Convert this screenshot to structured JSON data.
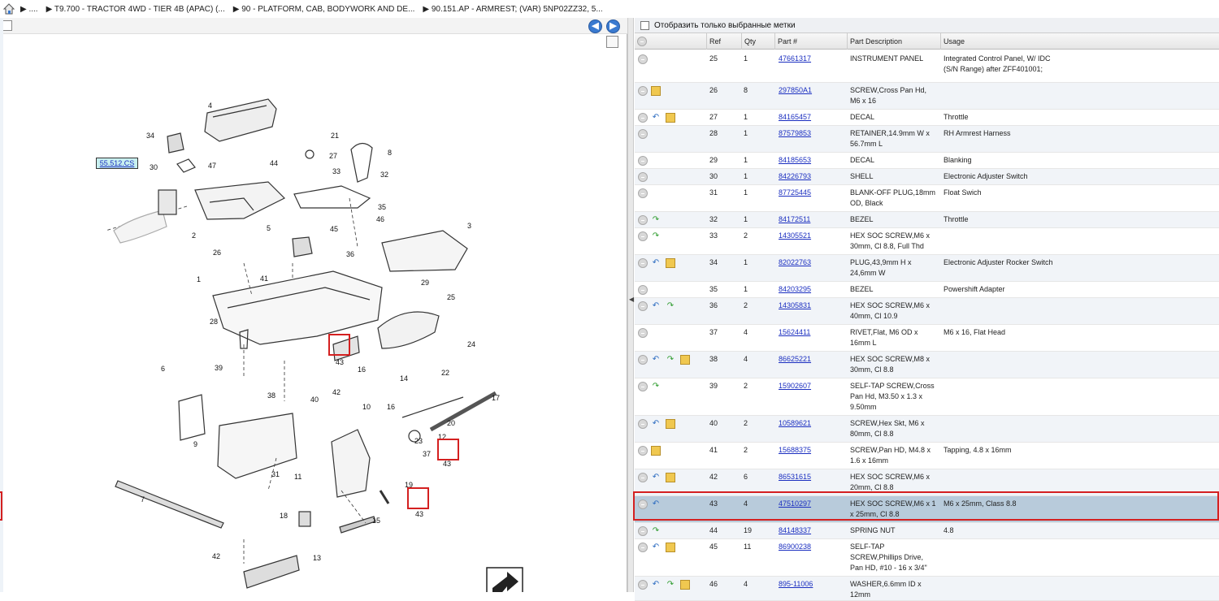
{
  "breadcrumb": {
    "items": [
      "▶ ....",
      "▶ T9.700 - TRACTOR 4WD - TIER 4B (APAC) (...",
      "▶ 90 - PLATFORM, CAB, BODYWORK AND DE...",
      "▶ 90.151.AP - ARMREST; (VAR) 5NP02ZZ32, 5..."
    ]
  },
  "nav": {
    "back": "◀",
    "forward": "▶"
  },
  "diagram": {
    "callout_label": "55.512.CS",
    "labels": [
      "4",
      "34",
      "21",
      "8",
      "30",
      "47",
      "44",
      "27",
      "33",
      "32",
      "35",
      "46",
      "45",
      "2",
      "5",
      "3",
      "26",
      "36",
      "41",
      "1",
      "29",
      "25",
      "28",
      "39",
      "24",
      "16",
      "43",
      "40",
      "22",
      "6",
      "14",
      "17",
      "38",
      "42",
      "10",
      "16",
      "20",
      "12",
      "9",
      "23",
      "37",
      "43",
      "19",
      "31",
      "11",
      "7",
      "18",
      "15",
      "43",
      "42",
      "13"
    ]
  },
  "filter": {
    "label": "Отобразить только выбранные метки"
  },
  "table": {
    "headers": {
      "ref": "Ref",
      "qty": "Qty",
      "part": "Part #",
      "desc": "Part Description",
      "usage": "Usage"
    },
    "rows": [
      {
        "ref": "25",
        "qty": "1",
        "part": "47661317",
        "desc": "INSTRUMENT PANEL",
        "usage": "Integrated Control Panel, W/ IDC",
        "usage2": "(S/N Range) after ZFF401001;",
        "icons": []
      },
      {
        "ref": "26",
        "qty": "8",
        "part": "297850A1",
        "desc": "SCREW,Cross Pan Hd, M6 x 16",
        "usage": "",
        "icons": [
          "box"
        ]
      },
      {
        "ref": "27",
        "qty": "1",
        "part": "84165457",
        "desc": "DECAL",
        "usage": "Throttle",
        "icons": [
          "back",
          "box"
        ]
      },
      {
        "ref": "28",
        "qty": "1",
        "part": "87579853",
        "desc": "RETAINER,14.9mm W x 56.7mm L",
        "usage": "RH Armrest Harness",
        "icons": []
      },
      {
        "ref": "29",
        "qty": "1",
        "part": "84185653",
        "desc": "DECAL",
        "usage": "Blanking",
        "icons": []
      },
      {
        "ref": "30",
        "qty": "1",
        "part": "84226793",
        "desc": "SHELL",
        "usage": "Electronic Adjuster Switch",
        "icons": []
      },
      {
        "ref": "31",
        "qty": "1",
        "part": "87725445",
        "desc": "BLANK-OFF PLUG,18mm OD, Black",
        "usage": "Float Swich",
        "icons": []
      },
      {
        "ref": "32",
        "qty": "1",
        "part": "84172511",
        "desc": "BEZEL",
        "usage": "Throttle",
        "icons": [
          "fwd"
        ]
      },
      {
        "ref": "33",
        "qty": "2",
        "part": "14305521",
        "desc": "HEX SOC SCREW,M6 x 30mm, Cl 8.8, Full Thd",
        "usage": "",
        "icons": [
          "fwd"
        ]
      },
      {
        "ref": "34",
        "qty": "1",
        "part": "82022763",
        "desc": "PLUG,43,9mm H x 24,6mm W",
        "usage": "Electronic Adjuster Rocker Switch",
        "icons": [
          "back",
          "box"
        ]
      },
      {
        "ref": "35",
        "qty": "1",
        "part": "84203295",
        "desc": "BEZEL",
        "usage": "Powershift Adapter",
        "icons": []
      },
      {
        "ref": "36",
        "qty": "2",
        "part": "14305831",
        "desc": "HEX SOC SCREW,M6 x 40mm, Cl 10.9",
        "usage": "",
        "icons": [
          "back",
          "fwd"
        ]
      },
      {
        "ref": "37",
        "qty": "4",
        "part": "15624411",
        "desc": "RIVET,Flat, M6 OD x 16mm L",
        "usage": "M6 x 16, Flat Head",
        "icons": []
      },
      {
        "ref": "38",
        "qty": "4",
        "part": "86625221",
        "desc": "HEX SOC SCREW,M8 x 30mm, Cl 8.8",
        "usage": "",
        "icons": [
          "back",
          "fwd",
          "box"
        ]
      },
      {
        "ref": "39",
        "qty": "2",
        "part": "15902607",
        "desc": "SELF-TAP SCREW,Cross Pan Hd, M3.50 x 1.3 x 9.50mm",
        "usage": "",
        "icons": [
          "fwd"
        ]
      },
      {
        "ref": "40",
        "qty": "2",
        "part": "10589621",
        "desc": "SCREW,Hex Skt, M6 x 80mm, Cl 8.8",
        "usage": "",
        "icons": [
          "back",
          "box"
        ]
      },
      {
        "ref": "41",
        "qty": "2",
        "part": "15688375",
        "desc": "SCREW,Pan HD, M4.8 x 1.6 x 16mm",
        "usage": "Tapping, 4.8 x 16mm",
        "icons": [
          "box"
        ]
      },
      {
        "ref": "42",
        "qty": "6",
        "part": "86531615",
        "desc": "HEX SOC SCREW,M6 x 20mm, Cl 8.8",
        "usage": "",
        "icons": [
          "back",
          "box"
        ]
      },
      {
        "ref": "43",
        "qty": "4",
        "part": "47510297",
        "desc": "HEX SOC SCREW,M6 x 1 x 25mm, Cl 8.8",
        "usage": "M6 x 25mm, Class 8.8",
        "icons": [
          "back"
        ],
        "selected": true
      },
      {
        "ref": "44",
        "qty": "19",
        "part": "84148337",
        "desc": "SPRING NUT",
        "usage": "4.8",
        "icons": [
          "fwd"
        ]
      },
      {
        "ref": "45",
        "qty": "11",
        "part": "86900238",
        "desc": "SELF-TAP SCREW,Phillips Drive, Pan HD, #10 - 16 x 3/4\"",
        "usage": "",
        "icons": [
          "back",
          "box"
        ]
      },
      {
        "ref": "46",
        "qty": "4",
        "part": "895-11006",
        "desc": "WASHER,6.6mm ID x 12mm",
        "usage": "",
        "icons": [
          "back",
          "fwd",
          "box"
        ]
      }
    ]
  }
}
